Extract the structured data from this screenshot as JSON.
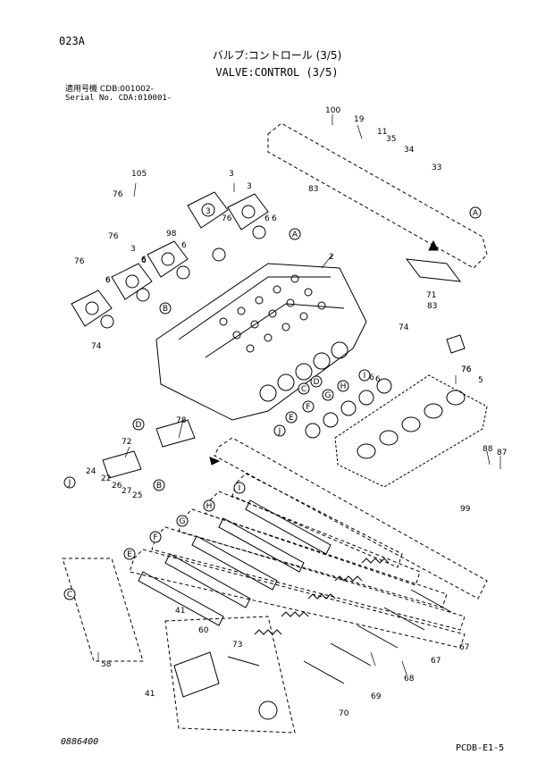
{
  "page_id": "023A",
  "title_jp": "バルブ:コントロール (3/5)",
  "title_en": "VALVE:CONTROL (3/5)",
  "serial": {
    "line1": "適用号機 CDB:001002-",
    "line2": "Serial No. CDA:010001-"
  },
  "footer": {
    "drawing_no": "0886400",
    "page_ref": "PCDB-E1-5"
  },
  "part_numbers": [
    "100",
    "19",
    "11",
    "35",
    "34",
    "33",
    "105",
    "76",
    "76",
    "76",
    "3",
    "3",
    "3",
    "3",
    "83",
    "98",
    "6",
    "6",
    "6",
    "76",
    "6",
    "2",
    "76",
    "6",
    "83",
    "74",
    "71",
    "74",
    "5",
    "76",
    "78",
    "72",
    "24",
    "22",
    "26",
    "27",
    "25",
    "88",
    "87",
    "99",
    "73",
    "60",
    "41",
    "41",
    "58",
    "67",
    "67",
    "68",
    "69",
    "70",
    "6",
    "6",
    "6",
    "6"
  ],
  "letter_labels": [
    "A",
    "B",
    "C",
    "D",
    "E",
    "F",
    "G",
    "H",
    "I",
    "J"
  ]
}
